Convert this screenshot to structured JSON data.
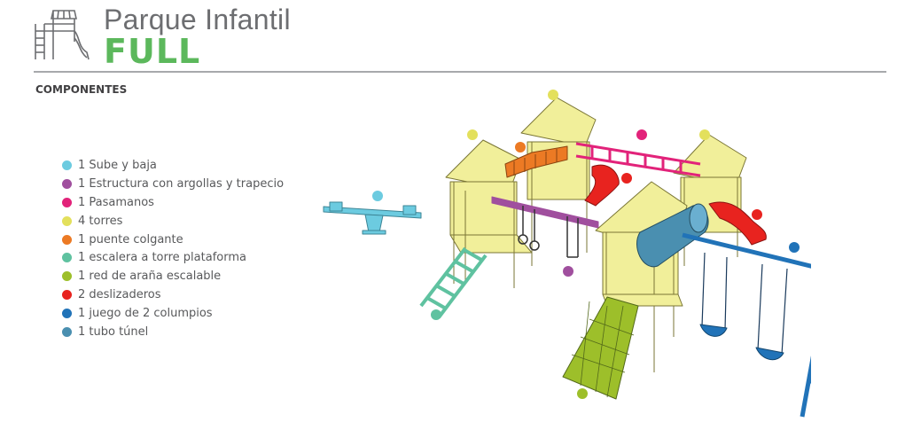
{
  "header": {
    "title": "Parque Infantil",
    "subtitle": "FULL",
    "title_color": "#6d6e71",
    "subtitle_color": "#5cb85c",
    "logo_icon": "playground-tower-icon"
  },
  "section_label": "COMPONENTES",
  "legend": [
    {
      "label": "1 Sube y baja",
      "color": "#6ccbe0"
    },
    {
      "label": "1 Estructura con argollas y trapecio",
      "color": "#a04f9e"
    },
    {
      "label": "1 Pasamanos",
      "color": "#e2237a"
    },
    {
      "label": "4 torres",
      "color": "#e3e05c"
    },
    {
      "label": "1 puente colgante",
      "color": "#ec7a24"
    },
    {
      "label": "1 escalera a torre plataforma",
      "color": "#5fc2a0"
    },
    {
      "label": "1 red de araña escalable",
      "color": "#9dbf2a"
    },
    {
      "label": "2 deslizaderos",
      "color": "#e8231f"
    },
    {
      "label": "1 juego de 2 columpios",
      "color": "#2173b8"
    },
    {
      "label": "1 tubo túnel",
      "color": "#4a8fb0"
    }
  ],
  "illustration": {
    "name": "playground-illustration",
    "colors": {
      "wood": "#f1ef9a",
      "wood_stroke": "#7a7635",
      "seesaw": "#6ccbe0",
      "rings_bar": "#a04f9e",
      "monkey_bars": "#e2237a",
      "bridge": "#ec7a24",
      "ladder": "#5fc2a0",
      "net": "#9dbf2a",
      "slide": "#e8231f",
      "swing": "#2173b8",
      "tunnel": "#4a8fb0"
    }
  }
}
